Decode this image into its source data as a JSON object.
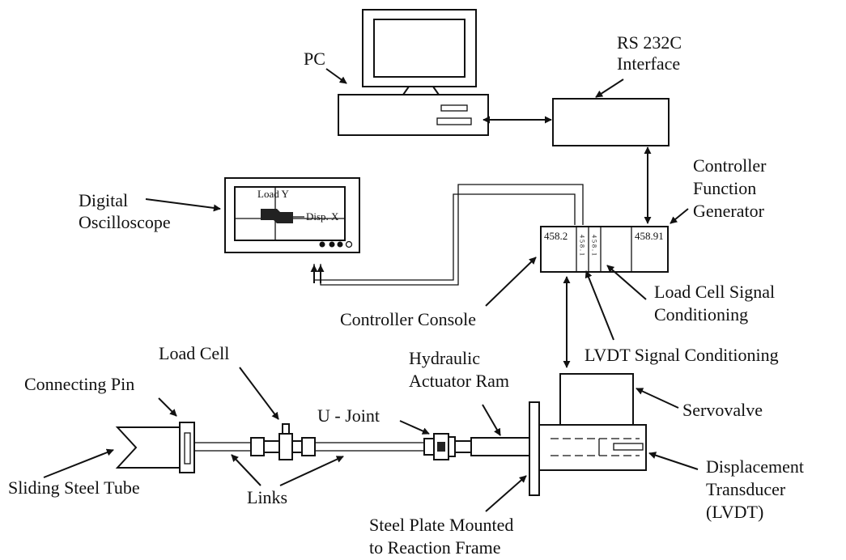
{
  "labels": {
    "pc": "PC",
    "rs232_line1": "RS 232C",
    "rs232_line2": "Interface",
    "controller_fg_line1": "Controller",
    "controller_fg_line2": "Function",
    "controller_fg_line3": "Generator",
    "oscilloscope_line1": "Digital",
    "oscilloscope_line2": "Oscilloscope",
    "load_y": "Load Y",
    "disp_x": "Disp. X",
    "module_458_2": "458.2",
    "module_458_91": "458.91",
    "module_mini_a": "4 5 8 . 1",
    "module_mini_b": "4 5 8 . 1",
    "load_cell_signal_line1": "Load Cell Signal",
    "load_cell_signal_line2": "Conditioning",
    "controller_console": "Controller Console",
    "lvdt_signal": "LVDT Signal Conditioning",
    "load_cell": "Load Cell",
    "connecting_pin": "Connecting Pin",
    "hydraulic_line1": "Hydraulic",
    "hydraulic_line2": "Actuator Ram",
    "u_joint": "U - Joint",
    "servovalve": "Servovalve",
    "sliding_tube": "Sliding Steel Tube",
    "links": "Links",
    "steel_plate_line1": "Steel Plate Mounted",
    "steel_plate_line2": "to Reaction Frame",
    "displacement_line1": "Displacement",
    "displacement_line2": "Transducer",
    "displacement_line3": "(LVDT)"
  }
}
